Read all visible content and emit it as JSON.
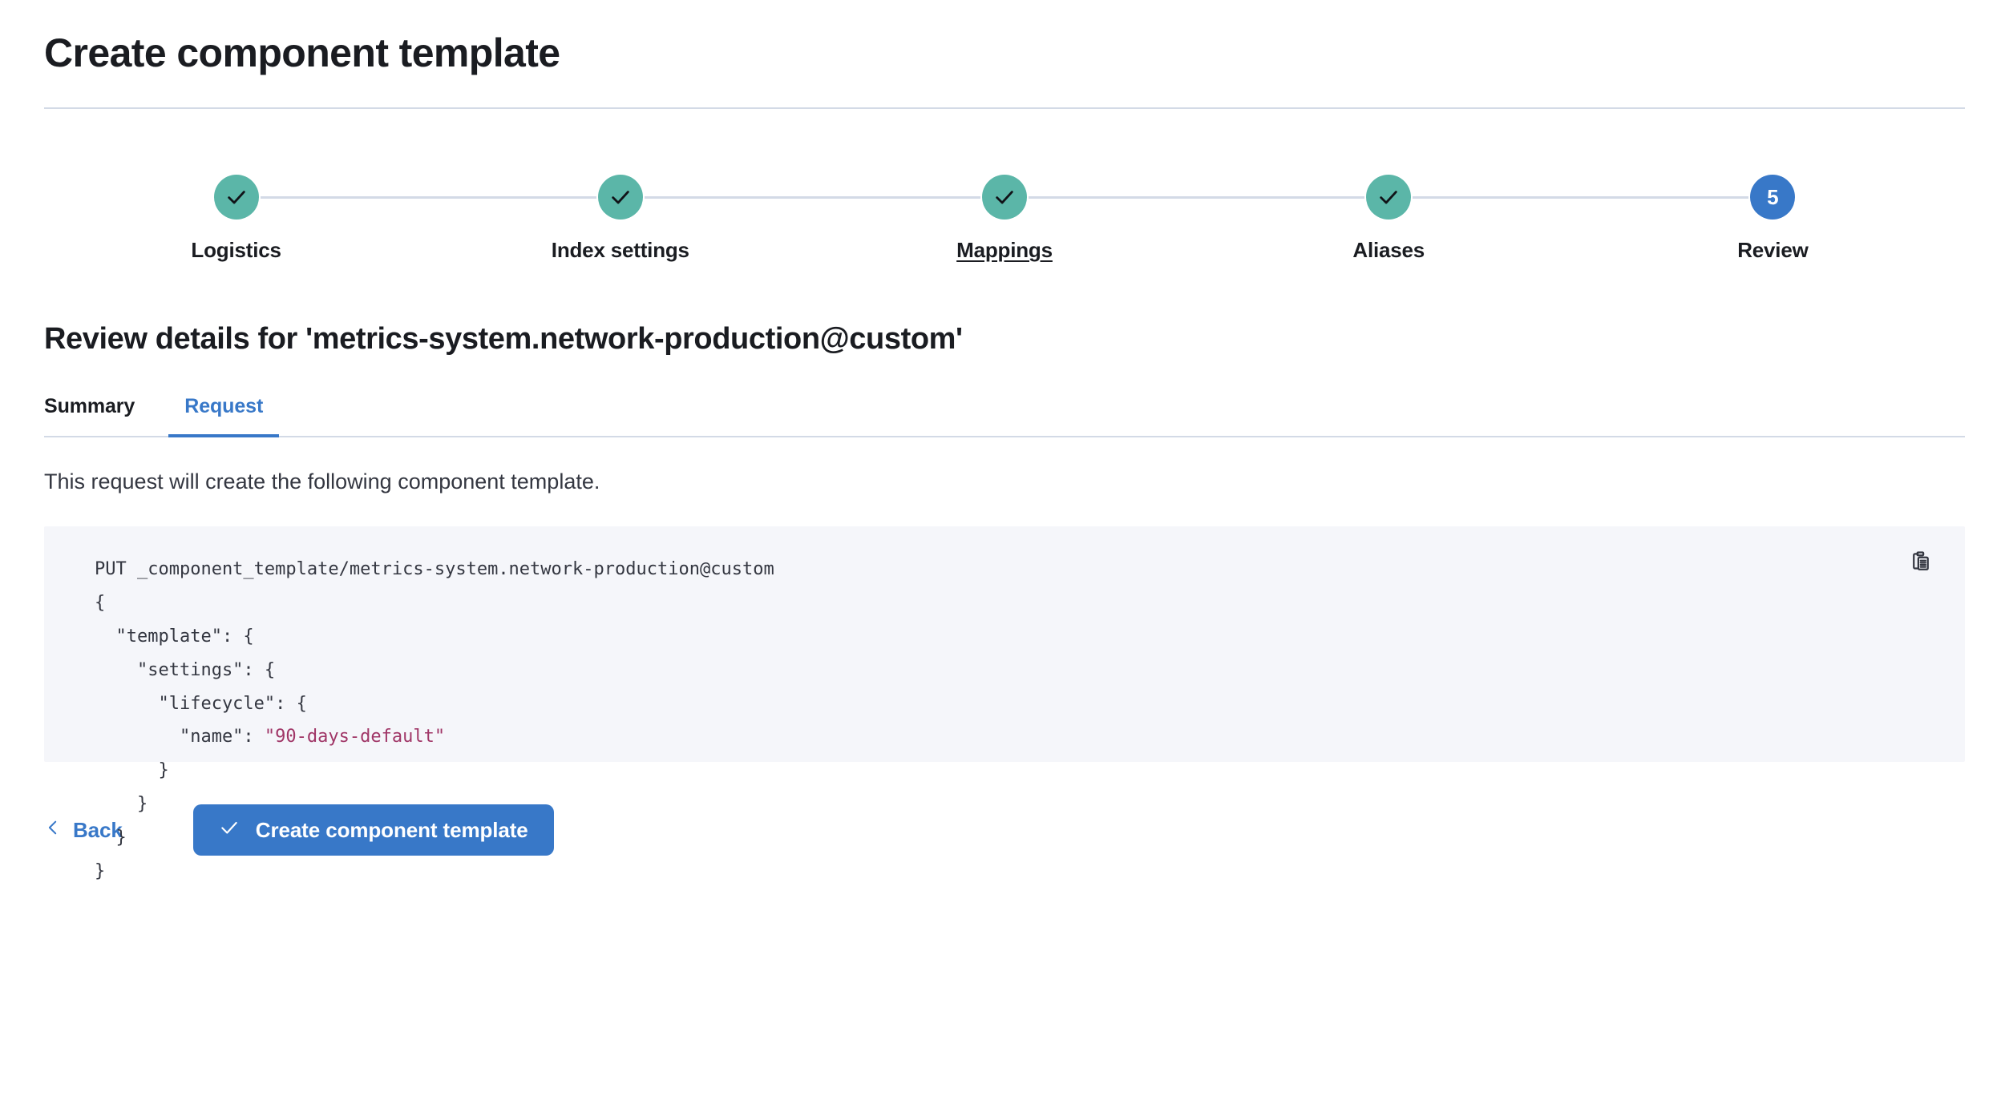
{
  "header": {
    "title": "Create component template"
  },
  "stepper": {
    "steps": [
      {
        "label": "Logistics",
        "state": "complete",
        "icon": "check-icon",
        "hovered": false
      },
      {
        "label": "Index settings",
        "state": "complete",
        "icon": "check-icon",
        "hovered": false
      },
      {
        "label": "Mappings",
        "state": "complete",
        "icon": "check-icon",
        "hovered": true
      },
      {
        "label": "Aliases",
        "state": "complete",
        "icon": "check-icon",
        "hovered": false
      },
      {
        "label": "Review",
        "state": "current",
        "number": "5",
        "hovered": false
      }
    ]
  },
  "review": {
    "heading": "Review details for 'metrics-system.network-production@custom'",
    "tabs": [
      {
        "label": "Summary",
        "active": false
      },
      {
        "label": "Request",
        "active": true
      }
    ],
    "description": "This request will create the following component template.",
    "request": {
      "method_line": "PUT _component_template/metrics-system.network-production@custom",
      "body_lines": [
        "{",
        "  \"template\": {",
        "    \"settings\": {",
        "      \"lifecycle\": {",
        "        \"name\": \"90-days-default\"",
        "      }",
        "    }",
        "  }",
        "}"
      ],
      "string_value": "\"90-days-default\"",
      "copy_icon": "copy-clipboard-icon"
    }
  },
  "footer": {
    "back_label": "Back",
    "back_icon": "chevron-left-icon",
    "submit_label": "Create component template",
    "submit_icon": "check-icon"
  },
  "colors": {
    "complete_step": "#5bb6a8",
    "current_step": "#3878c8",
    "primary": "#3878c8",
    "connector": "#d3dae6",
    "code_bg": "#f5f6fa",
    "code_string": "#a03667"
  }
}
